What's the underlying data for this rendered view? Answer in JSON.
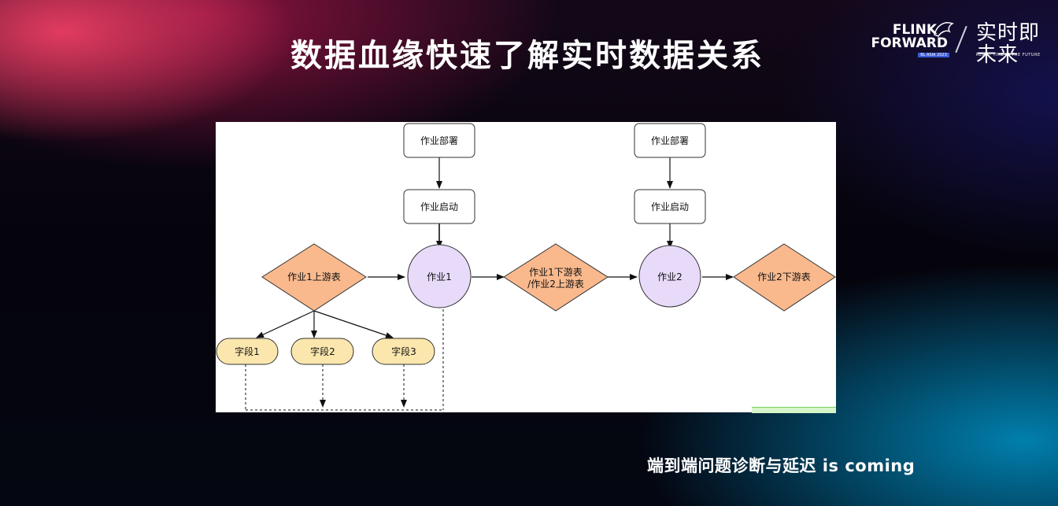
{
  "slide": {
    "title": "数据血缘快速了解实时数据关系",
    "footer": "端到端问题诊断与延迟 is coming"
  },
  "logo": {
    "line1": "FLINK",
    "line2": "FORWARD",
    "tag": "BL ASIA 2023",
    "cn": "实时即未来",
    "en": "REAL - TIME IS THE FUTURE"
  },
  "colors": {
    "diamond_fill": "#f9b98d",
    "circle_fill": "#e8daf9",
    "pill_fill": "#fbe7ad",
    "box_fill": "#ffffff"
  },
  "diagram": {
    "deploy1": "作业部署",
    "start1": "作业启动",
    "deploy2": "作业部署",
    "start2": "作业启动",
    "upstream1": "作业1上游表",
    "job1": "作业1",
    "middle_line1": "作业1下游表",
    "middle_line2": "/作业2上游表",
    "job2": "作业2",
    "downstream2": "作业2下游表",
    "field1": "字段1",
    "field2": "字段2",
    "field3": "字段3"
  }
}
